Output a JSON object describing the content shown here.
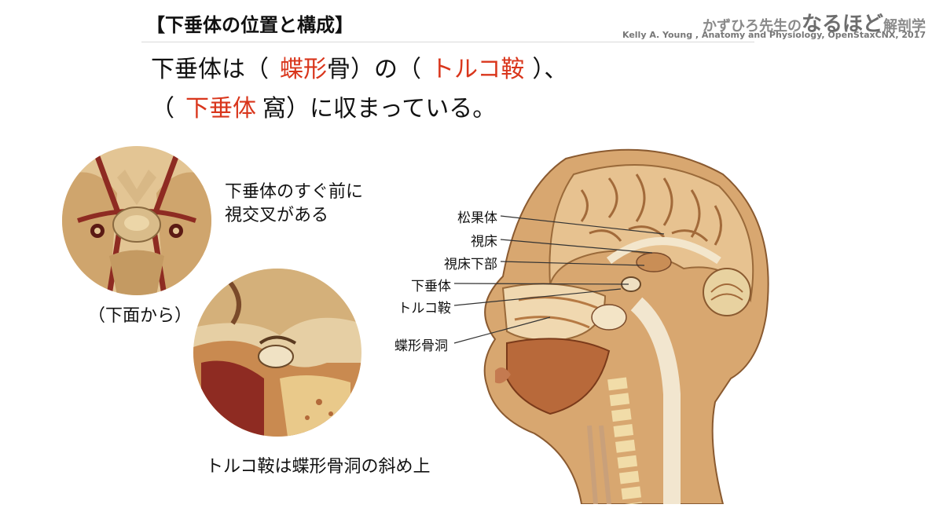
{
  "header": {
    "section_title": "【下垂体の位置と構成】",
    "brand_prefix": "かずひろ先生の",
    "brand_main": "なるほど",
    "brand_suffix": "解剖学",
    "credit": "Kelly A. Young , Anatomy and Physiology, OpenStaxCNX, 2017"
  },
  "statement": {
    "line1_a": "下垂体は（",
    "line1_red1": "蝶形",
    "line1_b": "骨）の（",
    "line1_red2": "トルコ鞍",
    "line1_c": "）、",
    "line2_a": "（",
    "line2_red": "下垂体",
    "line2_b": "窩）に収まっている。"
  },
  "captions": {
    "chiasm_line1": "下垂体のすぐ前に",
    "chiasm_line2": "視交叉がある",
    "from_below": "（下面から）",
    "sella": "トルコ鞍は蝶形骨洞の斜め上"
  },
  "labels": {
    "pineal": "松果体",
    "thalamus": "視床",
    "hypothalamus": "視床下部",
    "pituitary": "下垂体",
    "sella": "トルコ鞍",
    "sphenoid_sinus": "蝶形骨洞"
  },
  "colors": {
    "accent_red": "#d9361c",
    "tissue_beige": "#e8c89a",
    "tissue_dark": "#a36a3c",
    "vessel_red": "#8e2b22"
  }
}
